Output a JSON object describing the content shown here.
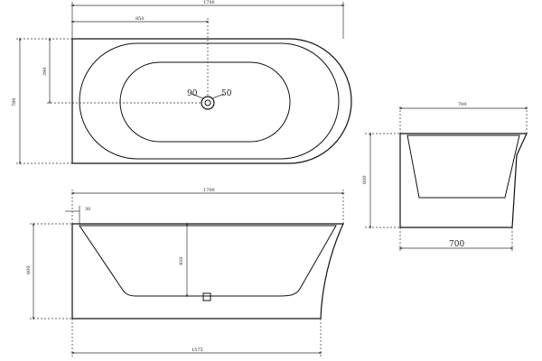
{
  "dimensions": {
    "top_total_length": "1700",
    "top_drain_offset": "850",
    "top_drain_depth": "390",
    "top_width": "780",
    "drain_angle_left": "90",
    "drain_angle_right": "50",
    "side_width_top": "700",
    "side_width_bottom": "700",
    "side_height": "600",
    "front_total_length": "1700",
    "front_rim": "30",
    "front_height": "600",
    "front_inner_depth": "450",
    "front_base_length": "1575"
  }
}
